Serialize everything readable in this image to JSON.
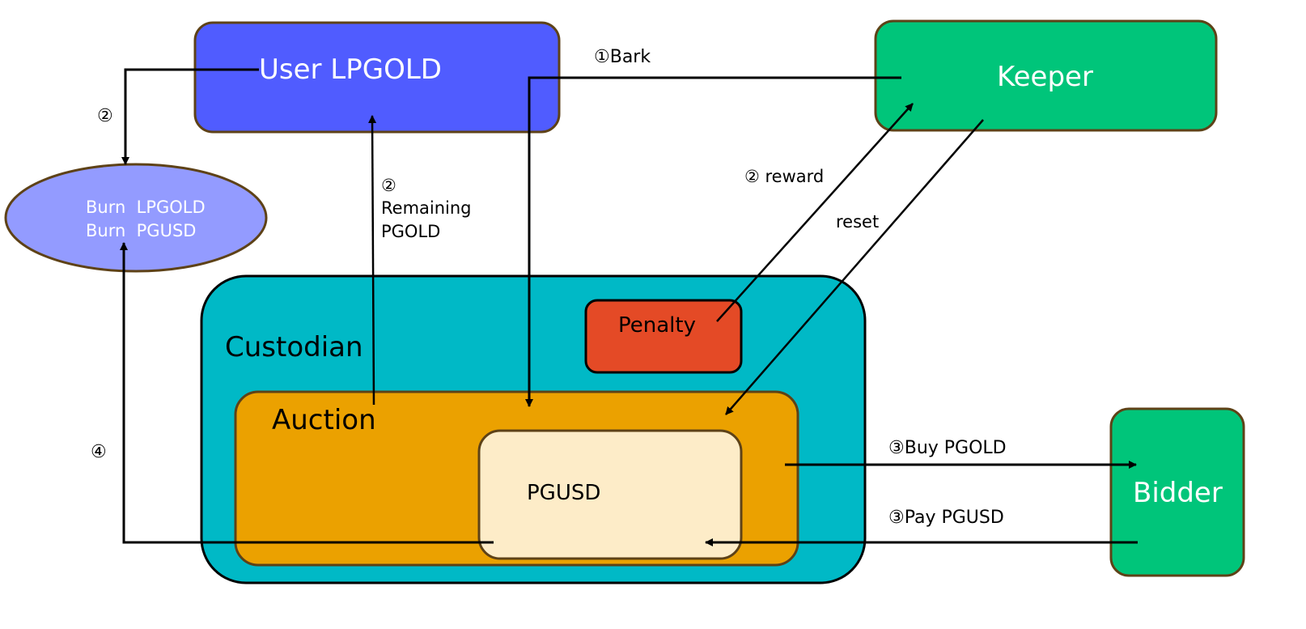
{
  "colors": {
    "user": "#505cff",
    "burn": "#939bff",
    "keeper": "#00c57a",
    "bidder": "#00c57a",
    "custodian": "#00b9c6",
    "penalty": "#e44a26",
    "auction": "#eba100",
    "pgusd": "#fdecc8",
    "outline_brown": "#5e4217",
    "line": "#000000"
  },
  "nodes": {
    "user": "User LPGOLD",
    "burn": [
      "Burn  LPGOLD",
      "Burn  PGUSD"
    ],
    "keeper": "Keeper",
    "bidder": "Bidder",
    "custodian": "Custodian",
    "penalty": "Penalty",
    "auction": "Auction",
    "pgusd": "PGUSD"
  },
  "edges": {
    "bark": "①Bark",
    "burn_step": "②",
    "remaining_step": "②",
    "remaining_1": "Remaining",
    "remaining_2": "PGOLD",
    "reward": "② reward",
    "reset": "reset",
    "buy": "③Buy PGOLD",
    "pay": "③Pay PGUSD",
    "burn_return": "④"
  }
}
